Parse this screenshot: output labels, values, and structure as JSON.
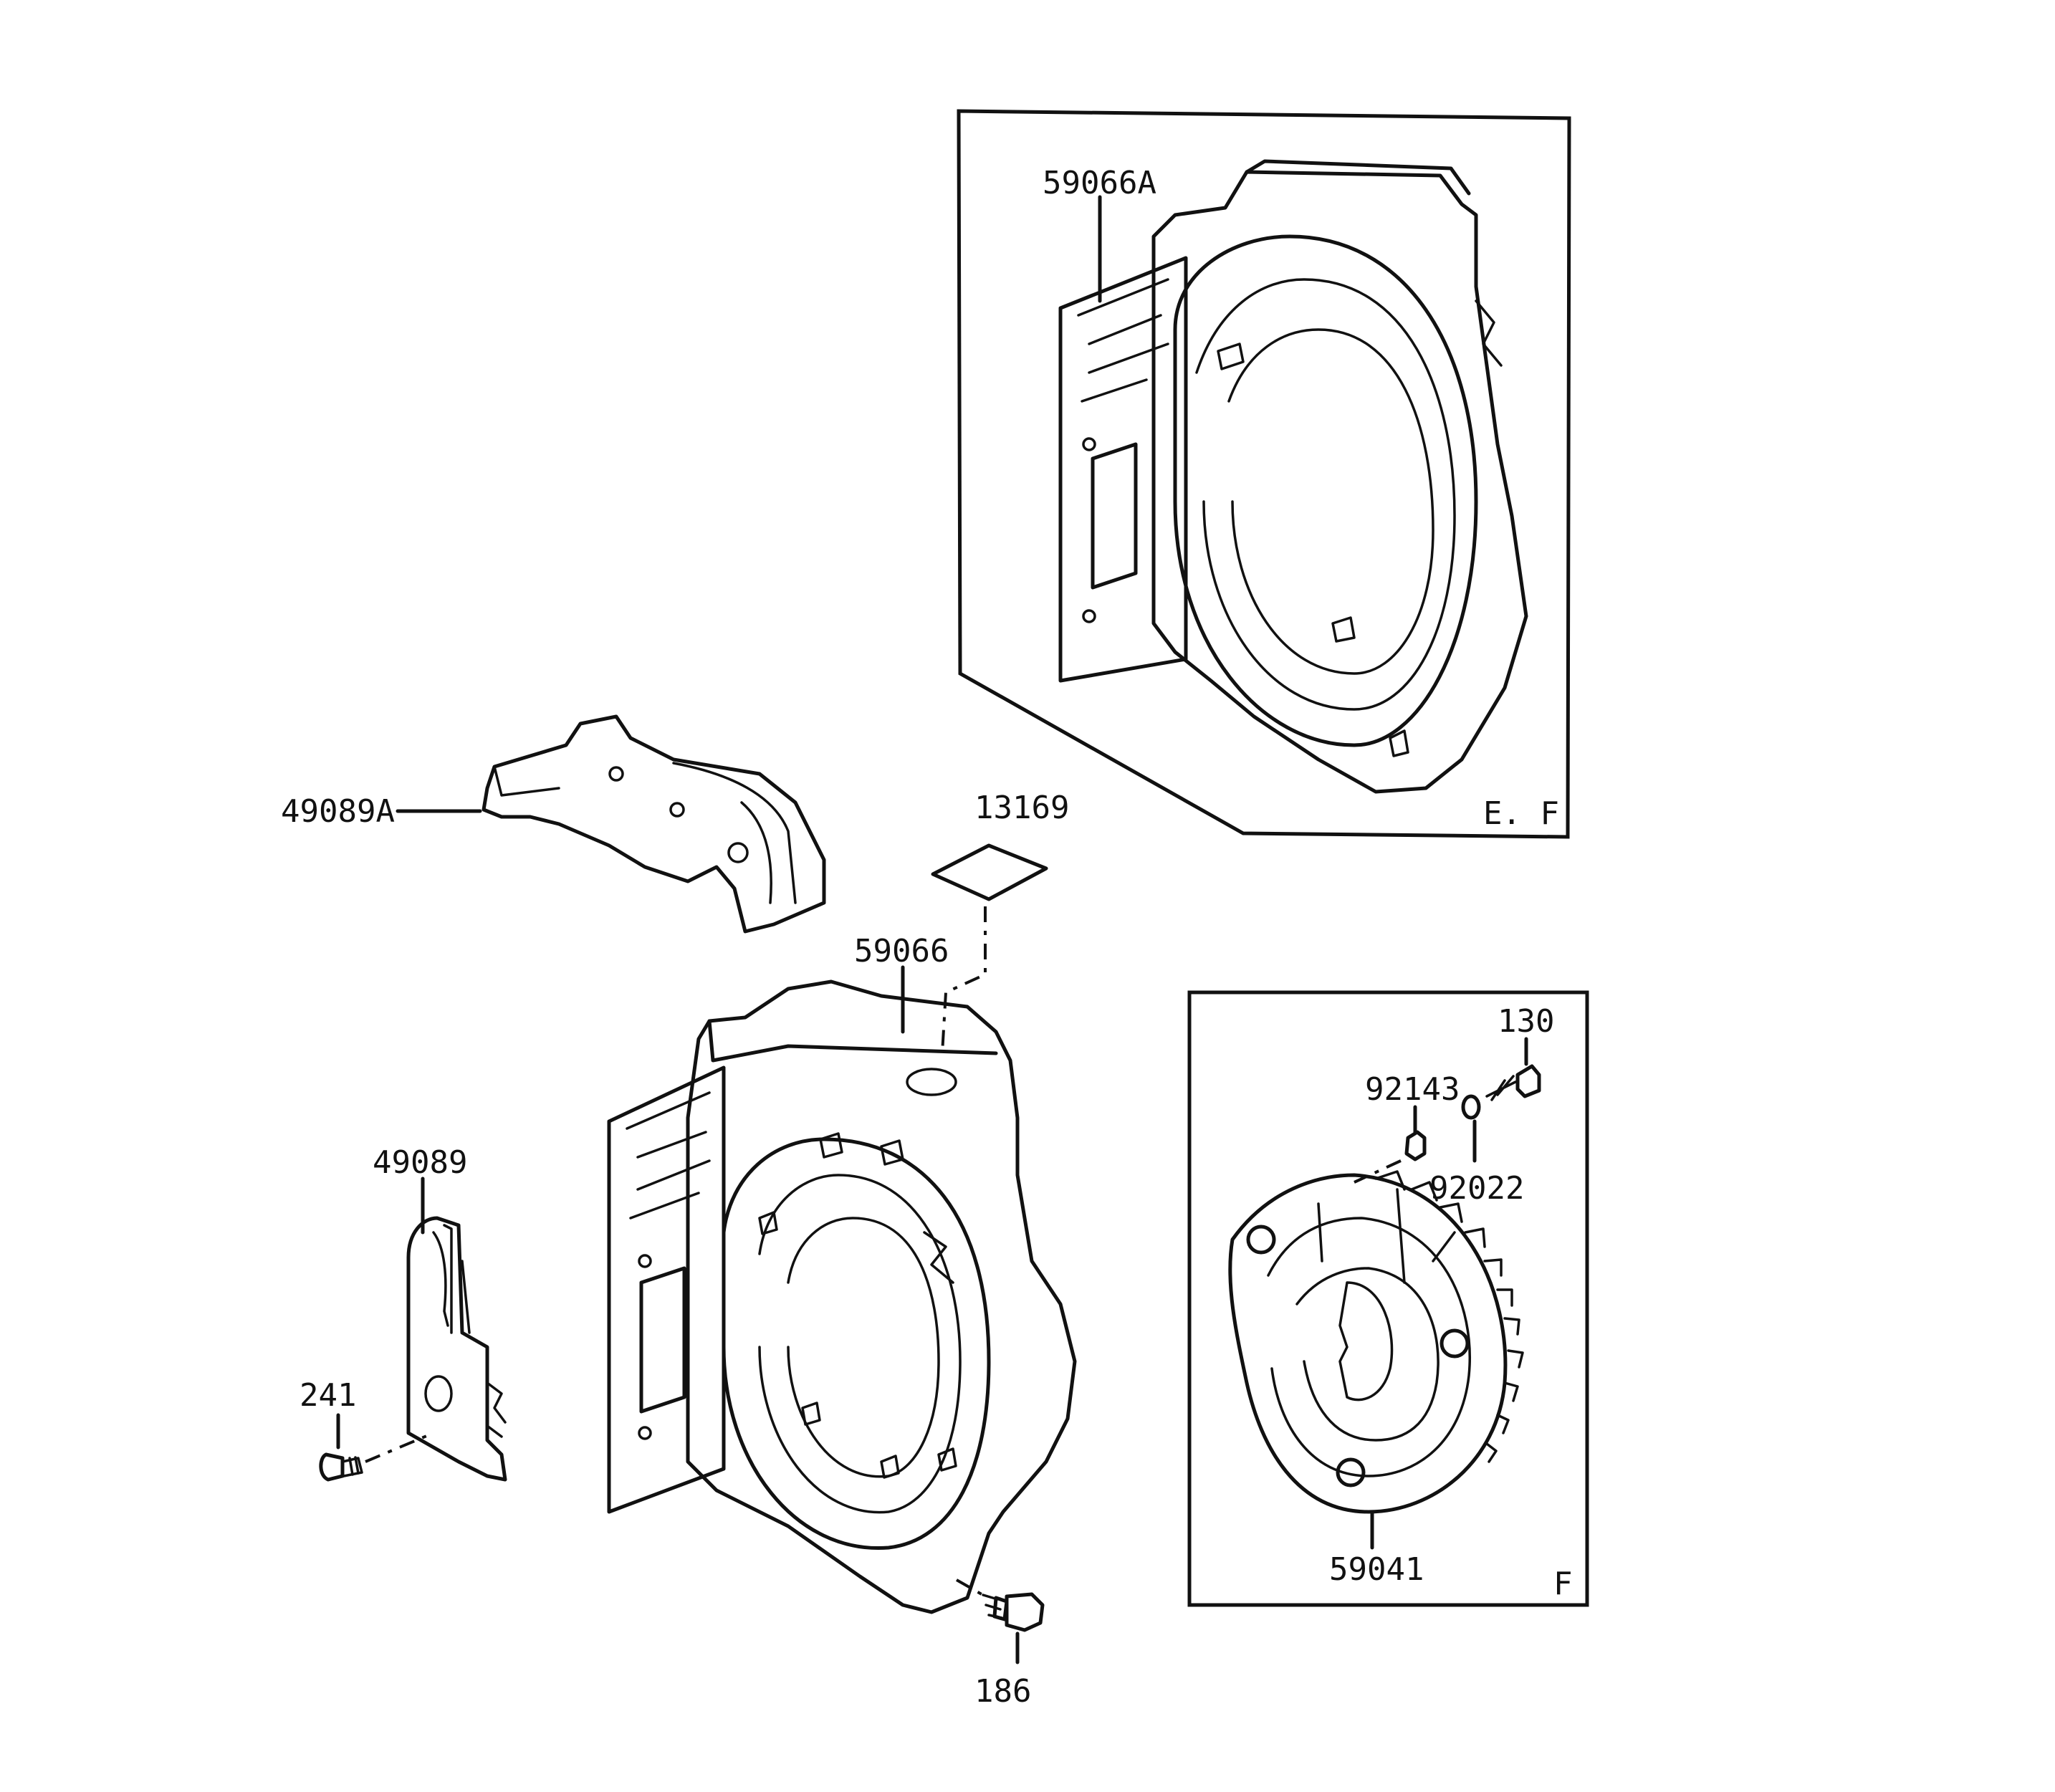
{
  "labels": {
    "p59066A": "59066A",
    "p49089A": "49089A",
    "p13169": "13169",
    "p59066": "59066",
    "p49089": "49089",
    "p241": "241",
    "p186": "186",
    "p130": "130",
    "p92143": "92143",
    "p92022": "92022",
    "p59041": "59041"
  },
  "insets": {
    "ef": "E. F",
    "f": "F"
  }
}
